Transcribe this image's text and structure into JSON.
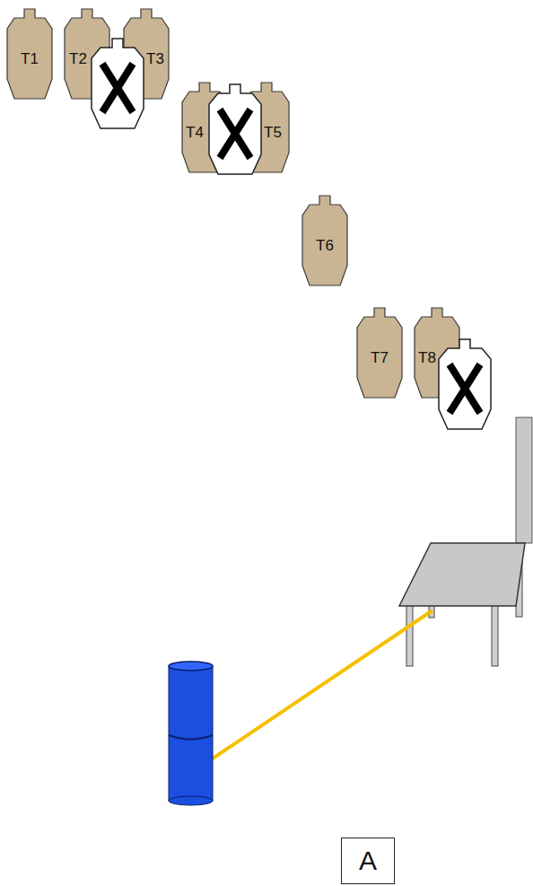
{
  "diagram": {
    "nodes": [
      {
        "text": [
          "T1"
        ]
      },
      {
        "text": [
          "T2"
        ]
      },
      {
        "text": [
          "T3"
        ]
      },
      {
        "text": [
          "T4"
        ]
      },
      {
        "text": [
          "T5"
        ]
      },
      {
        "text": [
          "T6"
        ]
      },
      {
        "text": [
          "T7"
        ]
      },
      {
        "text": [
          "T8"
        ]
      },
      {
        "text": [
          "A"
        ]
      }
    ]
  }
}
